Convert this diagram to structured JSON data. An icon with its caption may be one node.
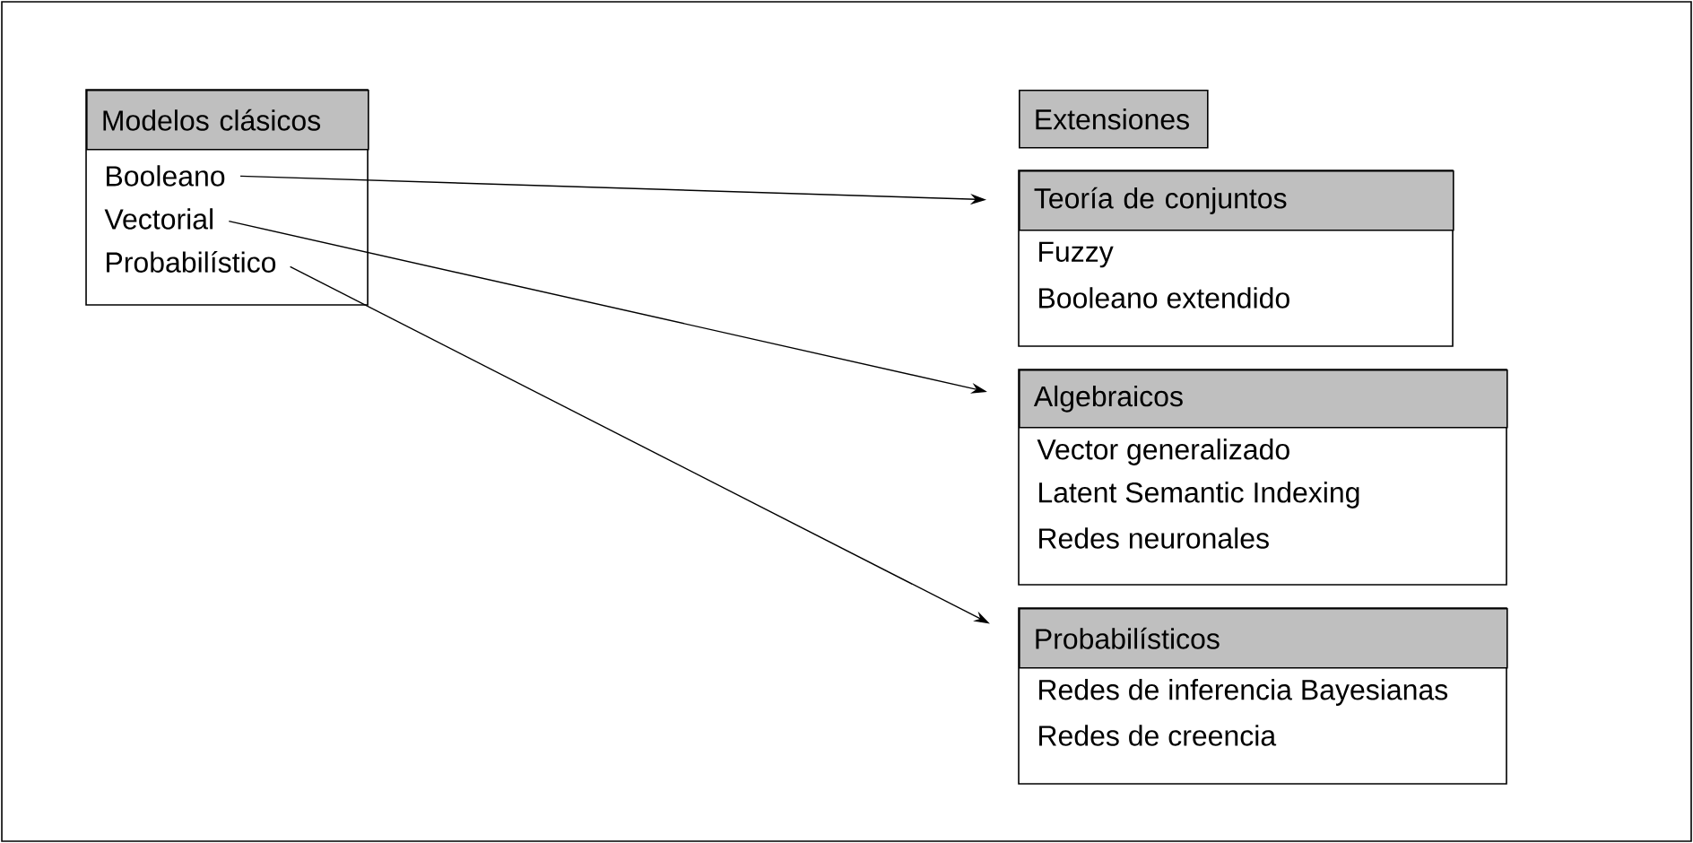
{
  "diagram": {
    "nodes": [
      {
        "text": [
          "Modelos clásicos"
        ]
      },
      {
        "text": [
          "Booleano"
        ],
        "in": 0
      },
      {
        "text": [
          "Vectorial"
        ],
        "in": 0
      },
      {
        "text": [
          "Probabilístico"
        ],
        "in": 0
      },
      {
        "text": [
          "Extensiones"
        ]
      },
      {
        "text": [
          "Teoría de conjuntos",
          "Fuzzy",
          "Booleano extendido"
        ]
      },
      {
        "text": [
          "Algebraicos",
          "Vector generalizado",
          "Latent Semantic Indexing",
          "Redes neuronales"
        ]
      },
      {
        "text": [
          "Probabilísticos",
          "Redes de inferencia Bayesianas",
          "Redes de creencia"
        ]
      }
    ],
    "edges": [
      {
        "from": 1,
        "to": 5,
        "arrow": "to"
      },
      {
        "from": 2,
        "to": 6,
        "arrow": "to"
      },
      {
        "from": 3,
        "to": 7,
        "arrow": "to"
      }
    ]
  }
}
